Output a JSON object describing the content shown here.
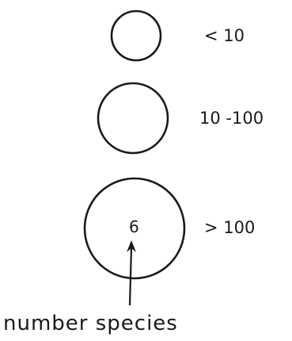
{
  "legend": {
    "items": [
      {
        "label": "< 10"
      },
      {
        "label": "10 -100"
      },
      {
        "label": "> 100",
        "inner_value": "6"
      }
    ],
    "caption": "number species",
    "colors": {
      "ink": "#1a1a1a",
      "background": "#ffffff"
    }
  }
}
